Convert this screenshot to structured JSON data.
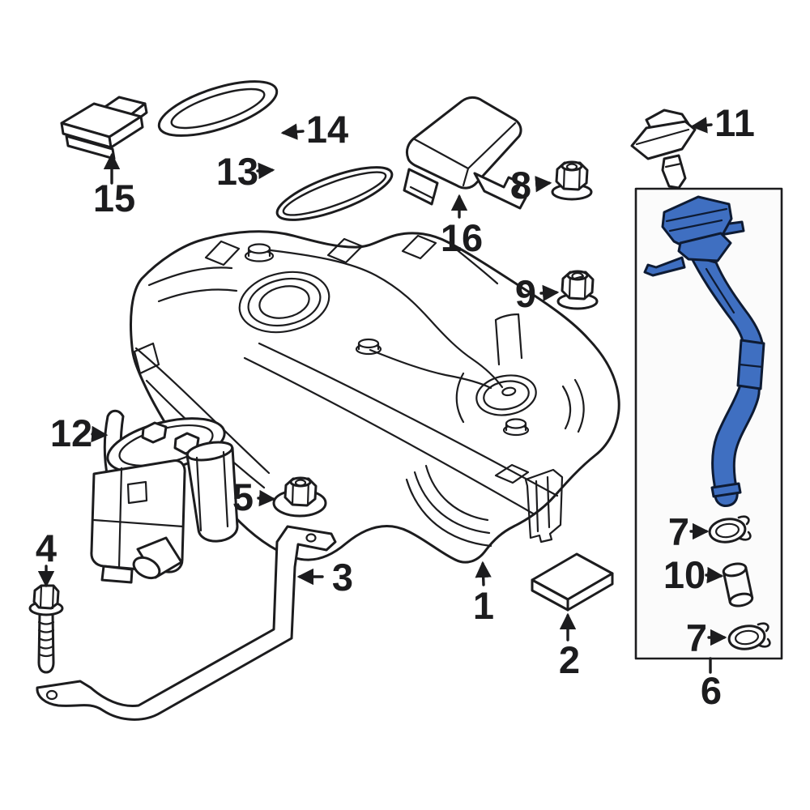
{
  "diagram": {
    "type": "exploded-parts-diagram",
    "subject": "fuel-tank-assembly",
    "background_color": "#ffffff",
    "line_color": "#1c1c1e",
    "part_fill": "#ffffff",
    "highlight_fill": "#3f6fc1",
    "highlight_stroke": "#0e1b33",
    "inset_box_fill": "#fbfbfb",
    "callouts": {
      "n1": "1",
      "n2": "2",
      "n3": "3",
      "n4": "4",
      "n5": "5",
      "n6": "6",
      "n7a": "7",
      "n7b": "7",
      "n8": "8",
      "n9": "9",
      "n10": "10",
      "n11": "11",
      "n12": "12",
      "n13": "13",
      "n14": "14",
      "n15": "15",
      "n16": "16"
    }
  }
}
